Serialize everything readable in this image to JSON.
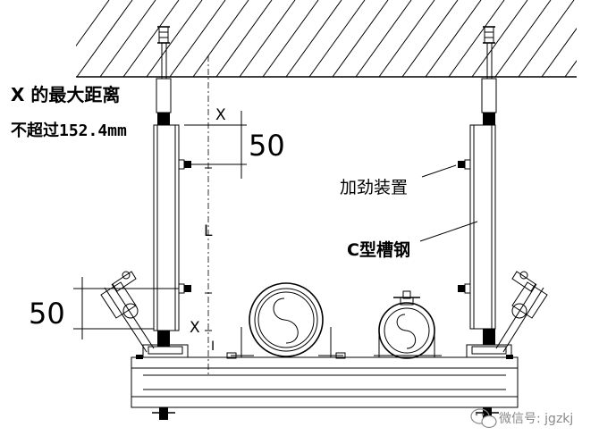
{
  "labels": {
    "x_distance_line1": "X 的最大距离",
    "x_distance_line2": "不超过152.4mm",
    "stiffener": "加劲装置",
    "c_channel": "C型槽钢",
    "dim_x_top": "X",
    "dim_50_top": "50",
    "dim_l": "L",
    "dim_50_left": "50",
    "dim_x_bottom": "X",
    "dim_i": "I"
  },
  "watermark": {
    "text": "微信号: jgzkj",
    "icon": "wechat-icon"
  },
  "colors": {
    "line": "#000000",
    "background": "#ffffff",
    "watermark": "#8a8a8a"
  }
}
